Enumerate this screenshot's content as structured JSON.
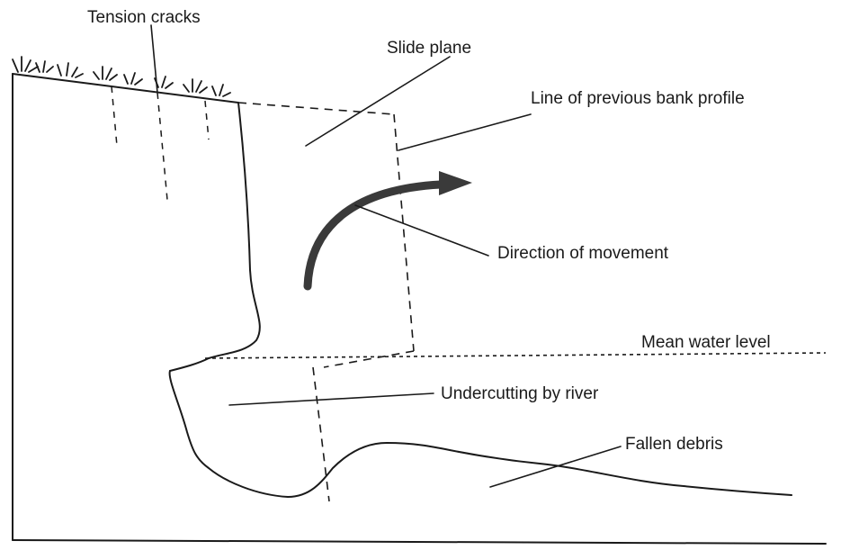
{
  "labels": {
    "tension_cracks": "Tension cracks",
    "slide_plane": "Slide plane",
    "previous_profile": "Line of previous bank profile",
    "direction": "Direction of movement",
    "water_level": "Mean water level",
    "undercutting": "Undercutting by river",
    "debris": "Fallen debris"
  },
  "colors": {
    "line": "#1a1a1a",
    "arrow": "#3a3a3a",
    "background": "#ffffff"
  }
}
